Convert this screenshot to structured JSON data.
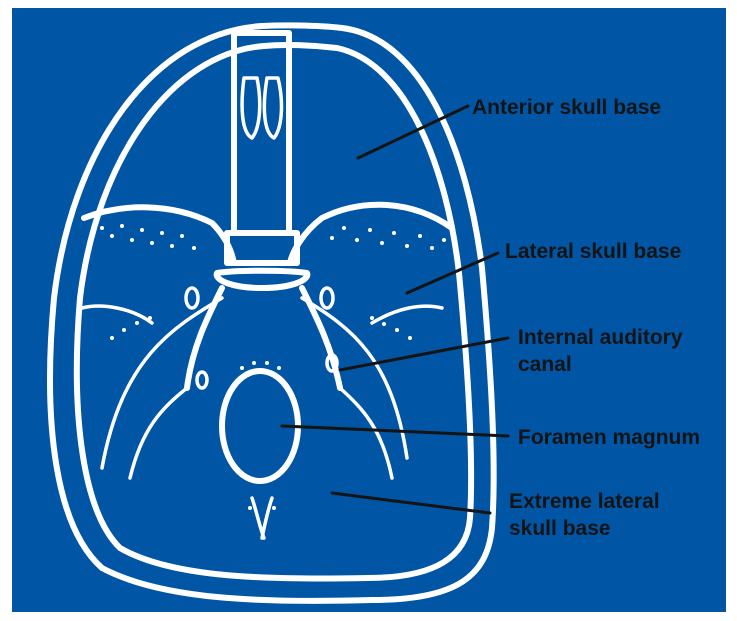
{
  "figure": {
    "background_color": "#0055a5",
    "line_color": "#ffffff",
    "label_color": "#141414"
  },
  "labels": {
    "anterior": "Anterior skull base",
    "lateral": "Lateral skull base",
    "internal_auditory_line1": "Internal auditory",
    "internal_auditory_line2": "canal",
    "foramen": "Foramen magnum",
    "extreme_lateral_line1": "Extreme lateral",
    "extreme_lateral_line2": "skull base"
  }
}
